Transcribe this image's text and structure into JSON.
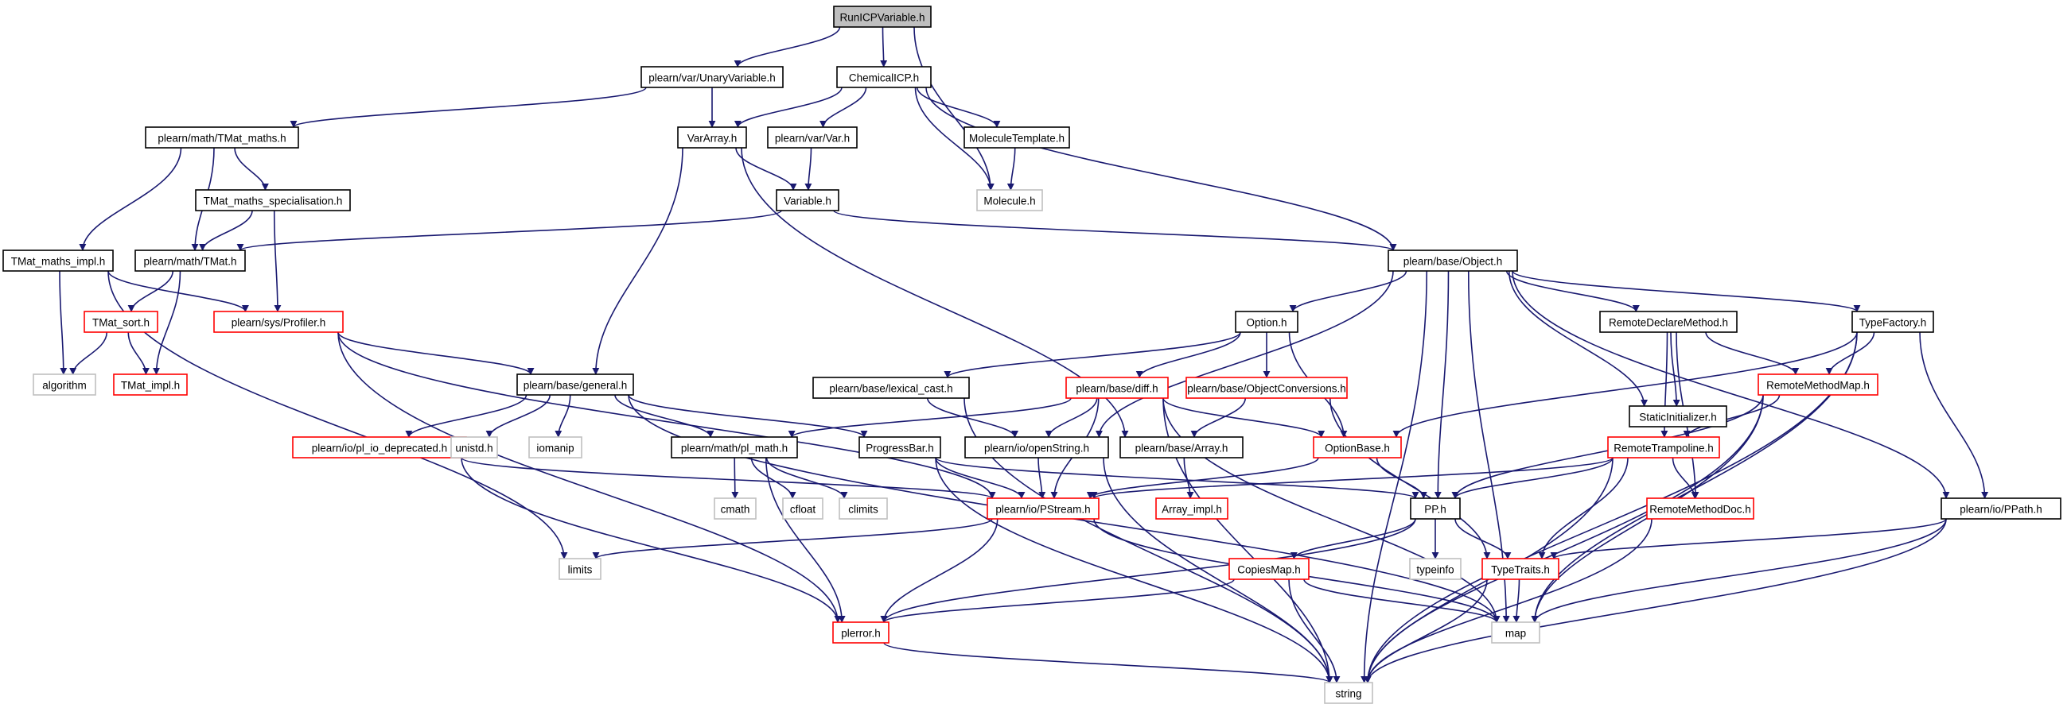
{
  "colors": {
    "edge": "#191970",
    "border_normal": "#000000",
    "border_truncated": "#ff0000",
    "border_external": "#bfbfbf",
    "root_fill": "#bfbfbf"
  },
  "nodes": [
    {
      "id": "runicp",
      "label": "RunICPVariable.h",
      "kind": "root"
    },
    {
      "id": "unaryvar",
      "label": "plearn/var/UnaryVariable.h",
      "kind": "black"
    },
    {
      "id": "chemicalicp",
      "label": "ChemicalICP.h",
      "kind": "black"
    },
    {
      "id": "tmatmaths",
      "label": "plearn/math/TMat_maths.h",
      "kind": "black"
    },
    {
      "id": "vararray",
      "label": "VarArray.h",
      "kind": "black"
    },
    {
      "id": "varvar",
      "label": "plearn/var/Var.h",
      "kind": "black"
    },
    {
      "id": "moltemplate",
      "label": "MoleculeTemplate.h",
      "kind": "black"
    },
    {
      "id": "tmatspec",
      "label": "TMat_maths_specialisation.h",
      "kind": "black"
    },
    {
      "id": "variable",
      "label": "Variable.h",
      "kind": "black"
    },
    {
      "id": "molecule",
      "label": "Molecule.h",
      "kind": "gray"
    },
    {
      "id": "tmatmathsimpl",
      "label": "TMat_maths_impl.h",
      "kind": "black"
    },
    {
      "id": "tmat",
      "label": "plearn/math/TMat.h",
      "kind": "black"
    },
    {
      "id": "object",
      "label": "plearn/base/Object.h",
      "kind": "black"
    },
    {
      "id": "tmatsort",
      "label": "TMat_sort.h",
      "kind": "red"
    },
    {
      "id": "profiler",
      "label": "plearn/sys/Profiler.h",
      "kind": "red"
    },
    {
      "id": "option",
      "label": "Option.h",
      "kind": "black"
    },
    {
      "id": "remotedecl",
      "label": "RemoteDeclareMethod.h",
      "kind": "black"
    },
    {
      "id": "typefactory",
      "label": "TypeFactory.h",
      "kind": "black"
    },
    {
      "id": "algorithm",
      "label": "algorithm",
      "kind": "gray"
    },
    {
      "id": "tmatimpl",
      "label": "TMat_impl.h",
      "kind": "red"
    },
    {
      "id": "general",
      "label": "plearn/base/general.h",
      "kind": "black"
    },
    {
      "id": "lexcast",
      "label": "plearn/base/lexical_cast.h",
      "kind": "black"
    },
    {
      "id": "diff",
      "label": "plearn/base/diff.h",
      "kind": "red"
    },
    {
      "id": "objconv",
      "label": "plearn/base/ObjectConversions.h",
      "kind": "red"
    },
    {
      "id": "staticinit",
      "label": "StaticInitializer.h",
      "kind": "black"
    },
    {
      "id": "remotemethodmap",
      "label": "RemoteMethodMap.h",
      "kind": "red"
    },
    {
      "id": "pliodep",
      "label": "plearn/io/pl_io_deprecated.h",
      "kind": "red"
    },
    {
      "id": "unistd",
      "label": "unistd.h",
      "kind": "gray"
    },
    {
      "id": "iomanip",
      "label": "iomanip",
      "kind": "gray"
    },
    {
      "id": "plmath",
      "label": "plearn/math/pl_math.h",
      "kind": "black"
    },
    {
      "id": "progressbar",
      "label": "ProgressBar.h",
      "kind": "black"
    },
    {
      "id": "openstring",
      "label": "plearn/io/openString.h",
      "kind": "black"
    },
    {
      "id": "array",
      "label": "plearn/base/Array.h",
      "kind": "black"
    },
    {
      "id": "optionbase",
      "label": "OptionBase.h",
      "kind": "red"
    },
    {
      "id": "remotetramp",
      "label": "RemoteTrampoline.h",
      "kind": "red"
    },
    {
      "id": "cmath",
      "label": "cmath",
      "kind": "gray"
    },
    {
      "id": "cfloat",
      "label": "cfloat",
      "kind": "gray"
    },
    {
      "id": "climits",
      "label": "climits",
      "kind": "gray"
    },
    {
      "id": "pstream",
      "label": "plearn/io/PStream.h",
      "kind": "red"
    },
    {
      "id": "arrayimpl",
      "label": "Array_impl.h",
      "kind": "red"
    },
    {
      "id": "pph",
      "label": "PP.h",
      "kind": "black"
    },
    {
      "id": "remotemethoddoc",
      "label": "RemoteMethodDoc.h",
      "kind": "red"
    },
    {
      "id": "ppath",
      "label": "plearn/io/PPath.h",
      "kind": "black"
    },
    {
      "id": "limits",
      "label": "limits",
      "kind": "gray"
    },
    {
      "id": "typeinfo",
      "label": "typeinfo",
      "kind": "gray"
    },
    {
      "id": "copiesmap",
      "label": "CopiesMap.h",
      "kind": "red"
    },
    {
      "id": "typetraits",
      "label": "TypeTraits.h",
      "kind": "red"
    },
    {
      "id": "plerror",
      "label": "plerror.h",
      "kind": "red"
    },
    {
      "id": "map",
      "label": "map",
      "kind": "gray"
    },
    {
      "id": "string",
      "label": "string",
      "kind": "gray"
    }
  ],
  "edges": [
    [
      "runicp",
      "unaryvar"
    ],
    [
      "runicp",
      "chemicalicp"
    ],
    [
      "runicp",
      "molecule"
    ],
    [
      "unaryvar",
      "tmatmaths"
    ],
    [
      "unaryvar",
      "vararray"
    ],
    [
      "chemicalicp",
      "vararray"
    ],
    [
      "chemicalicp",
      "varvar"
    ],
    [
      "chemicalicp",
      "moltemplate"
    ],
    [
      "chemicalicp",
      "molecule"
    ],
    [
      "chemicalicp",
      "object"
    ],
    [
      "tmatmaths",
      "tmatspec"
    ],
    [
      "tmatmaths",
      "tmat"
    ],
    [
      "tmatmaths",
      "tmatmathsimpl"
    ],
    [
      "vararray",
      "variable"
    ],
    [
      "vararray",
      "general"
    ],
    [
      "vararray",
      "array"
    ],
    [
      "varvar",
      "variable"
    ],
    [
      "moltemplate",
      "molecule"
    ],
    [
      "tmatspec",
      "tmat"
    ],
    [
      "tmatspec",
      "profiler"
    ],
    [
      "variable",
      "tmat"
    ],
    [
      "variable",
      "object"
    ],
    [
      "tmatmathsimpl",
      "algorithm"
    ],
    [
      "tmatmathsimpl",
      "profiler"
    ],
    [
      "tmatmathsimpl",
      "limits"
    ],
    [
      "tmat",
      "tmatsort"
    ],
    [
      "tmat",
      "tmatimpl"
    ],
    [
      "tmatsort",
      "algorithm"
    ],
    [
      "tmatsort",
      "tmatimpl"
    ],
    [
      "profiler",
      "general"
    ],
    [
      "profiler",
      "pstream"
    ],
    [
      "profiler",
      "plerror"
    ],
    [
      "object",
      "option"
    ],
    [
      "object",
      "remotedecl"
    ],
    [
      "object",
      "typefactory"
    ],
    [
      "object",
      "staticinit"
    ],
    [
      "object",
      "ppath"
    ],
    [
      "object",
      "pph"
    ],
    [
      "object",
      "map"
    ],
    [
      "object",
      "string"
    ],
    [
      "object",
      "openstring"
    ],
    [
      "option",
      "lexcast"
    ],
    [
      "option",
      "diff"
    ],
    [
      "option",
      "objconv"
    ],
    [
      "option",
      "optionbase"
    ],
    [
      "remotedecl",
      "staticinit"
    ],
    [
      "remotedecl",
      "remotemethodmap"
    ],
    [
      "remotedecl",
      "remotetramp"
    ],
    [
      "remotedecl",
      "remotemethoddoc"
    ],
    [
      "typefactory",
      "remotemethodmap"
    ],
    [
      "typefactory",
      "optionbase"
    ],
    [
      "typefactory",
      "ppath"
    ],
    [
      "typefactory",
      "map"
    ],
    [
      "typefactory",
      "string"
    ],
    [
      "general",
      "pliodep"
    ],
    [
      "general",
      "unistd"
    ],
    [
      "general",
      "iomanip"
    ],
    [
      "general",
      "plmath"
    ],
    [
      "general",
      "progressbar"
    ],
    [
      "general",
      "map"
    ],
    [
      "lexcast",
      "openstring"
    ],
    [
      "lexcast",
      "string"
    ],
    [
      "diff",
      "plmath"
    ],
    [
      "diff",
      "openstring"
    ],
    [
      "diff",
      "pstream"
    ],
    [
      "diff",
      "optionbase"
    ],
    [
      "diff",
      "map"
    ],
    [
      "diff",
      "string"
    ],
    [
      "objconv",
      "array"
    ],
    [
      "objconv",
      "typetraits"
    ],
    [
      "remotemethodmap",
      "remotetramp"
    ],
    [
      "remotemethodmap",
      "pph"
    ],
    [
      "remotemethodmap",
      "map"
    ],
    [
      "remotemethodmap",
      "string"
    ],
    [
      "pliodep",
      "pstream"
    ],
    [
      "pliodep",
      "plerror"
    ],
    [
      "plmath",
      "cmath"
    ],
    [
      "plmath",
      "cfloat"
    ],
    [
      "plmath",
      "climits"
    ],
    [
      "plmath",
      "plerror"
    ],
    [
      "progressbar",
      "pstream"
    ],
    [
      "progressbar",
      "pph"
    ],
    [
      "progressbar",
      "string"
    ],
    [
      "openstring",
      "pstream"
    ],
    [
      "openstring",
      "string"
    ],
    [
      "array",
      "arrayimpl"
    ],
    [
      "optionbase",
      "pstream"
    ],
    [
      "optionbase",
      "pph"
    ],
    [
      "remotetramp",
      "pstream"
    ],
    [
      "remotetramp",
      "pph"
    ],
    [
      "remotetramp",
      "typetraits"
    ],
    [
      "remotetramp",
      "remotemethoddoc"
    ],
    [
      "remotetramp",
      "string"
    ],
    [
      "pstream",
      "limits"
    ],
    [
      "pstream",
      "plerror"
    ],
    [
      "pstream",
      "map"
    ],
    [
      "pph",
      "typeinfo"
    ],
    [
      "pph",
      "copiesmap"
    ],
    [
      "pph",
      "typetraits"
    ],
    [
      "pph",
      "plerror"
    ],
    [
      "remotemethoddoc",
      "string"
    ],
    [
      "ppath",
      "typetraits"
    ],
    [
      "ppath",
      "map"
    ],
    [
      "ppath",
      "string"
    ],
    [
      "copiesmap",
      "plerror"
    ],
    [
      "copiesmap",
      "map"
    ],
    [
      "copiesmap",
      "string"
    ],
    [
      "typetraits",
      "map"
    ],
    [
      "typetraits",
      "string"
    ],
    [
      "plerror",
      "string"
    ]
  ]
}
